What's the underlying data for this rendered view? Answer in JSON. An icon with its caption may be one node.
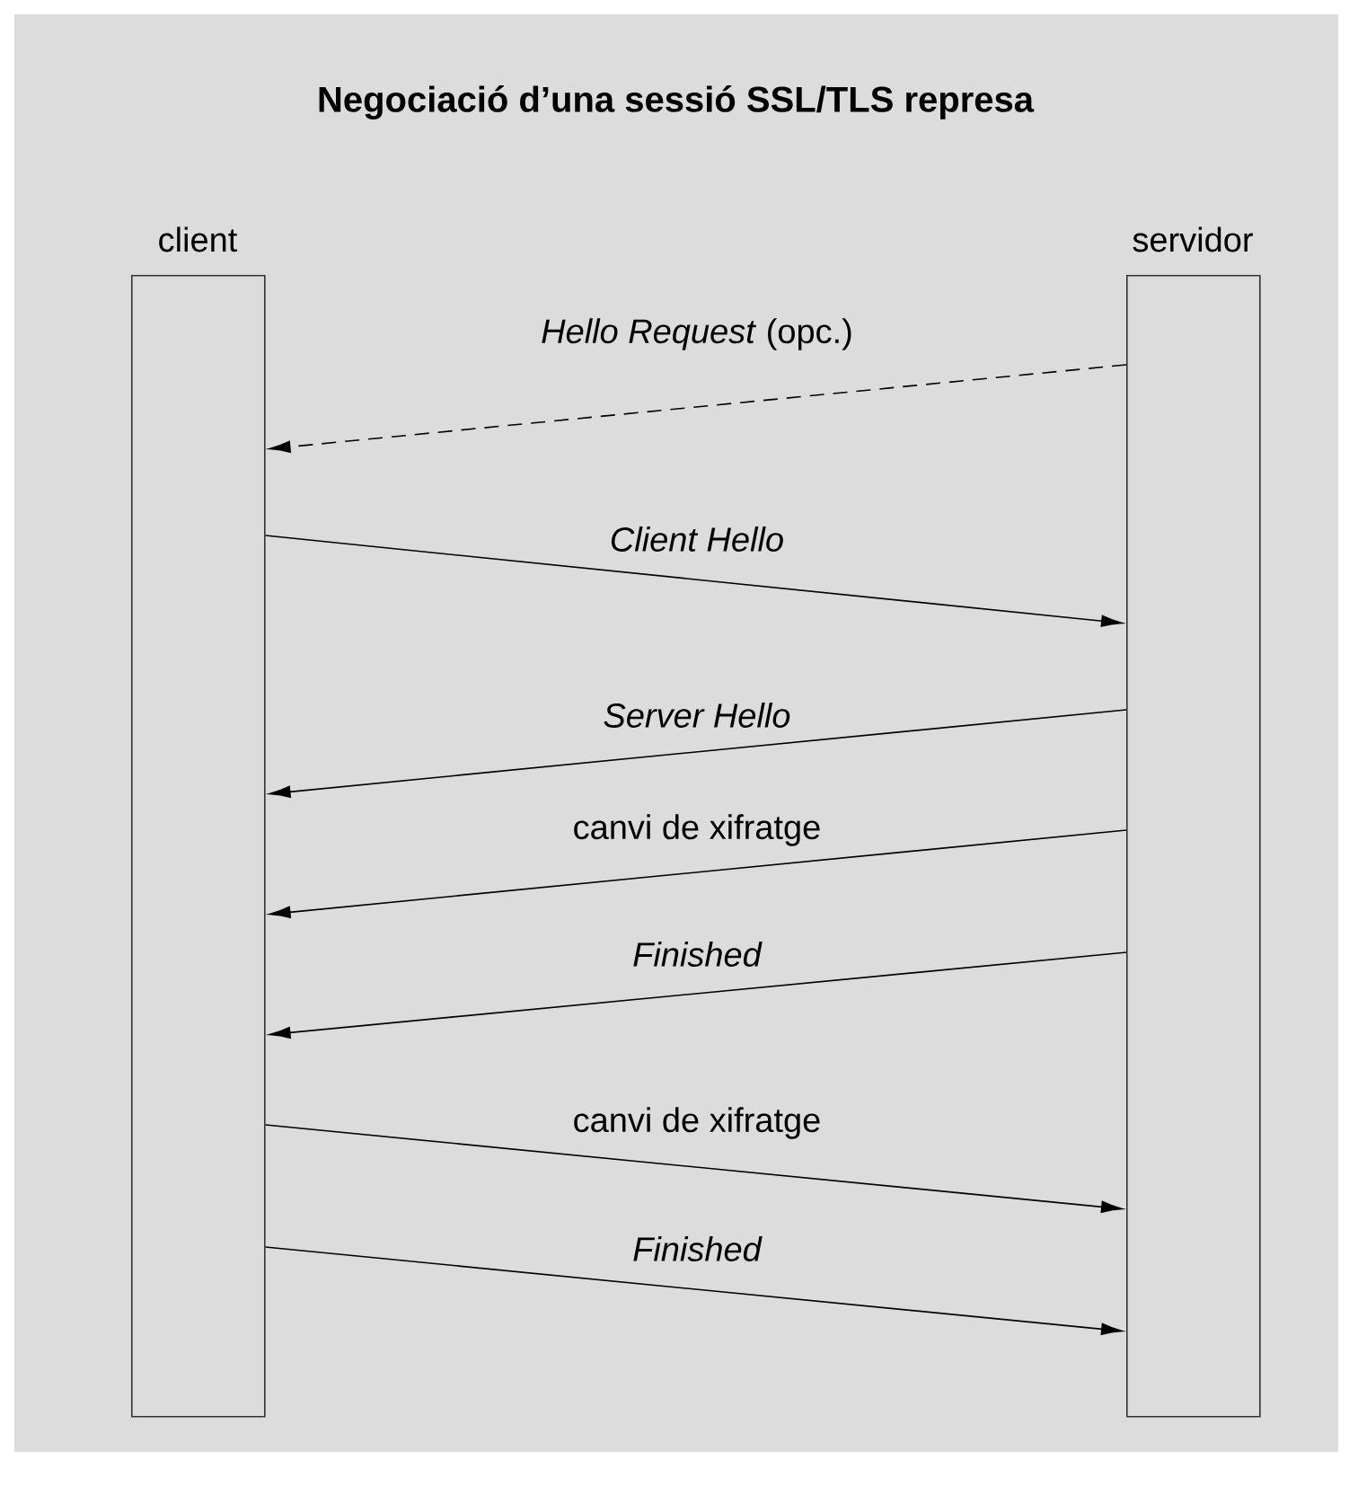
{
  "diagram": {
    "title": "Negociació d’una sessió SSL/TLS represa",
    "nodes": [
      {
        "text": [
          "client"
        ]
      },
      {
        "text": [
          "servidor"
        ]
      }
    ],
    "edges": [
      {
        "from": 1,
        "to": 0,
        "arrow": "to",
        "label": "*Hello Request* (opc.)",
        "style": "dashed"
      },
      {
        "from": 0,
        "to": 1,
        "arrow": "to",
        "label": "Client Hello"
      },
      {
        "from": 1,
        "to": 0,
        "arrow": "to",
        "label": "Server Hello"
      },
      {
        "from": 1,
        "to": 0,
        "arrow": "to",
        "label": "canvi de xifratge"
      },
      {
        "from": 1,
        "to": 0,
        "arrow": "to",
        "label": "Finished"
      },
      {
        "from": 0,
        "to": 1,
        "arrow": "to",
        "label": "canvi de xifratge"
      },
      {
        "from": 0,
        "to": 1,
        "arrow": "to",
        "label": "Finished"
      }
    ]
  }
}
